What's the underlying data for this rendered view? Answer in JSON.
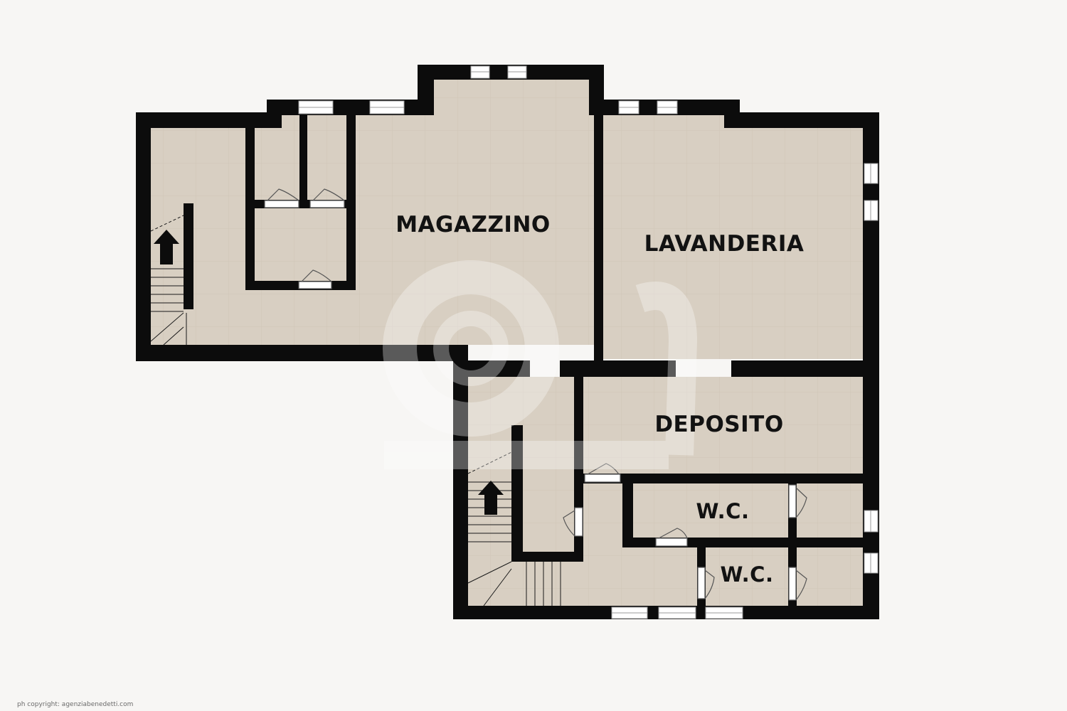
{
  "rooms": {
    "magazzino": "MAGAZZINO",
    "lavanderia": "LAVANDERIA",
    "deposito": "DEPOSITO",
    "wc_upper": "W.C.",
    "wc_lower": "W.C."
  },
  "copyright": "ph copyright: agenziabenedetti.com",
  "colors": {
    "floor": "#d8cfc2",
    "wall": "#0c0c0c",
    "background": "#f7f6f4",
    "watermark": "#ffffff"
  },
  "icons": {
    "stair_arrows": "up-arrow-icon",
    "watermark": "snail-logo-watermark"
  }
}
